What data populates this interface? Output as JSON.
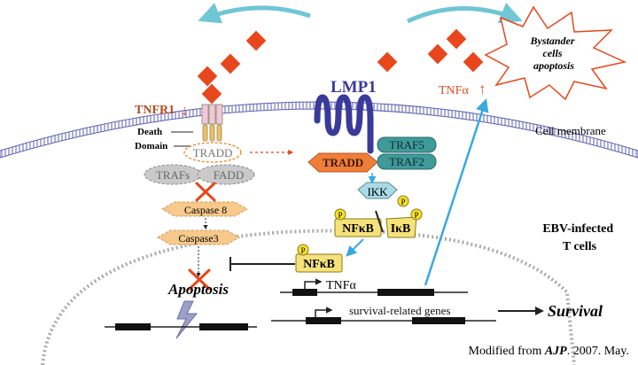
{
  "labels": {
    "bystander": [
      "Bystander",
      "cells",
      "apoptosis"
    ],
    "tnfr1": "TNFR1",
    "tnfr1_arrow": "↓",
    "lmp1": "LMP1",
    "tnfa": "TNFα",
    "tnfa_arrow": "↑",
    "cell_membrane": "Cell membrane",
    "death": "Death",
    "domain": "Domain",
    "tradd_left": "TRADD",
    "trafs": "TRAFs",
    "fadd": "FADD",
    "caspase8": "Caspase 8",
    "caspase3": "Caspase3",
    "apoptosis": "Apoptosis",
    "tradd_right": "TRADD",
    "traf5": "TRAF5",
    "traf2": "TRAF2",
    "ikk": "IKK",
    "p": "P",
    "nfkb": "NFκB",
    "ikb": "IκB",
    "cell_type": [
      "EBV-infected",
      "T cells"
    ],
    "gene_tnfa": "TNFα",
    "gene_survival": "survival-related genes",
    "survival": "Survival",
    "credit_prefix": "Modified from ",
    "credit_journal": "AJP",
    "credit_suffix": ". 2007. May."
  },
  "colors": {
    "diamond": "#e8461c",
    "membrane": "#5a5fb0",
    "lmp1": "#3a3a9a",
    "tnfr1_text": "#b54a1a",
    "tnf_text": "#e8461c",
    "arc_arrow": "#6fc6d4",
    "blue_arrow": "#3aa8e0",
    "caspase": "#f7c98a",
    "traf_green": "#3f9a9a",
    "tradd_orange": "#f07d3a",
    "ikk_blue": "#a9dbe6",
    "nfkb_yellow": "#f5e27a",
    "p_yellow": "#f7e02a"
  }
}
